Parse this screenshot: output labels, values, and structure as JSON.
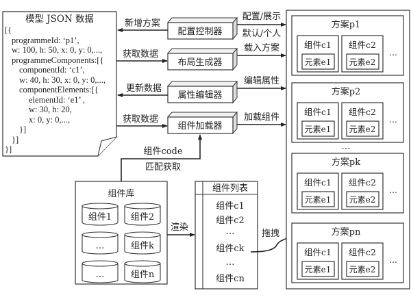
{
  "json_doc": {
    "title": "模型 JSON 数据",
    "lines": [
      "[{",
      "programmeId: ‘p1’,",
      "w: 100, h: 50, x: 0, y: 0,...,",
      "programmeComponents:[{",
      "componentId: ‘c1’,",
      "w: 40, h: 30, x: 0, y: 0,...,",
      "componentElements:[{",
      "elementId: ‘e1’ ,",
      "w: 30, h: 20,",
      "x: 0, y: 0,...,",
      "}]",
      "}]",
      "}]"
    ]
  },
  "modules": [
    {
      "name": "配置控制器",
      "left_label": "新增方案",
      "right_label_top": "配置/展示",
      "right_label_bottom": "默认/个人"
    },
    {
      "name": "布局生成器",
      "left_label": "获取数据",
      "right_label_top": "载入方案"
    },
    {
      "name": "属性编辑器",
      "left_label": "更新数据",
      "right_label_top": "编辑属性"
    },
    {
      "name": "组件加载器",
      "left_label": "获取数据",
      "right_label_top": "加载组件"
    }
  ],
  "match_labels": {
    "top": "组件code",
    "bottom": "匹配获取"
  },
  "library": {
    "title": "组件库",
    "items": [
      "组件1",
      "组件2",
      "…",
      "组件k",
      "…",
      "组件n"
    ]
  },
  "render_label": "渲染",
  "drag_label": "拖拽",
  "component_list": {
    "title": "组件列表",
    "items": [
      "组件c1",
      "组件c2",
      "…",
      "组件ck",
      "…",
      "组件cn"
    ]
  },
  "schemes": [
    {
      "title": "方案p1",
      "components": [
        {
          "name": "组件c1",
          "element": "元素e1"
        },
        {
          "name": "组件c2",
          "element": "元素e2"
        }
      ],
      "more": "…"
    },
    {
      "title": "方案p2",
      "components": [
        {
          "name": "组件c1",
          "element": "元素e1"
        },
        {
          "name": "组件c2",
          "element": "元素e2"
        }
      ],
      "more": "…"
    },
    {
      "title": "方案pk",
      "components": [
        {
          "name": "组件c1",
          "element": "元素e1"
        },
        {
          "name": "组件c2",
          "element": "元素e2"
        }
      ],
      "more": "…"
    },
    {
      "title": "方案pn",
      "components": [
        {
          "name": "组件c1",
          "element": "元素e1"
        },
        {
          "name": "组件c2",
          "element": "元素e2"
        }
      ],
      "more": "…"
    }
  ],
  "scheme_ellipsis": "…"
}
